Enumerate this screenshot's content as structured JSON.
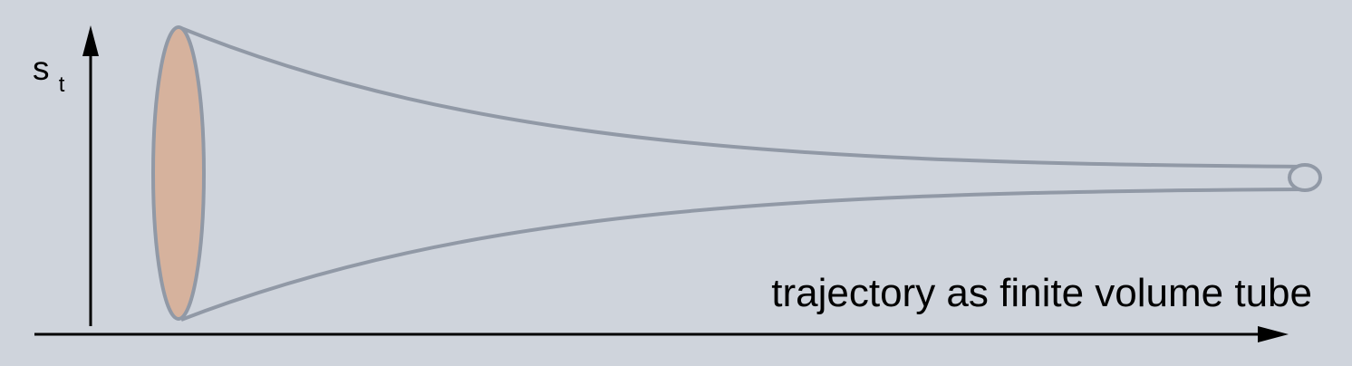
{
  "diagram": {
    "y_axis_label_main": "s",
    "y_axis_label_sub": "t",
    "caption": "trajectory as finite volume tube"
  },
  "colors": {
    "background": "#cfd4dc",
    "axis": "#000000",
    "tube_outline": "#9199a6",
    "initial_cross_section_fill": "#d6b29d",
    "final_cross_section_fill": "#cfd4dc"
  }
}
